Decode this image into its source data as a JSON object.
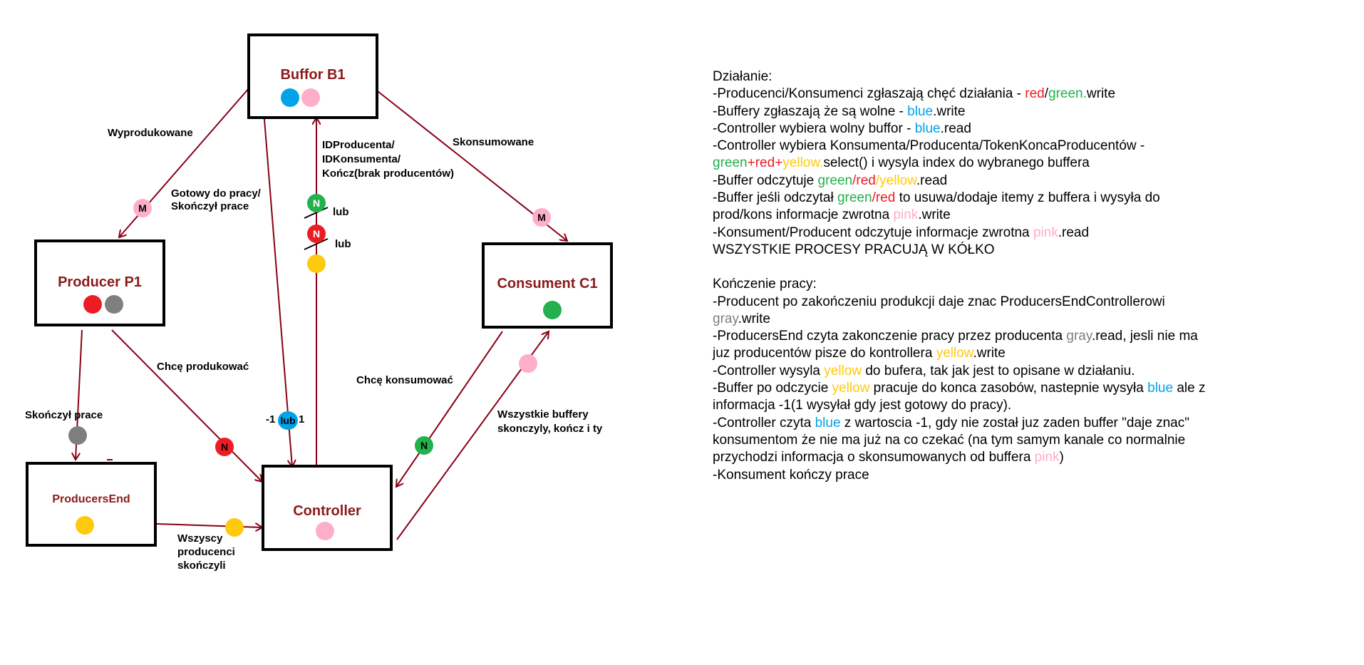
{
  "colors": {
    "edge": "#880015",
    "title": "#8b1a1a",
    "red": "#ed1c24",
    "green": "#22b14c",
    "blue": "#00a2e8",
    "gray": "#7f7f7f",
    "yellow": "#ffc90e",
    "pink": "#ffaec9"
  },
  "nodes": {
    "buffer": {
      "title": "Buffor B1"
    },
    "producer": {
      "title": "Producer P1"
    },
    "consumer": {
      "title": "Consument C1"
    },
    "producers_end": {
      "title": "ProducersEnd"
    },
    "controller": {
      "title": "Controller"
    }
  },
  "edge_labels": {
    "wyprodukowane": "Wyprodukowane",
    "gotowy1": "Gotowy do pracy/",
    "gotowy2": "Skończył prace",
    "id1": "IDProducenta/",
    "id2": "IDKonsumenta/",
    "id3": "Kończ(brak producentów)",
    "skonsumowane": "Skonsumowane",
    "lub": "lub",
    "chce_produkowac": "Chcę produkować",
    "chce_konsumowac": "Chcę konsumować",
    "skonczyl_prace": "Skończył prace",
    "minus_one": "-1",
    "one": "1",
    "wszystkie1": "Wszystkie buffery",
    "wszystkie2": "skonczyly, kończ i ty",
    "wszyscy1": "Wszyscy",
    "wszyscy2": "producenci",
    "wszyscy3": "skończyli",
    "token_m": "M",
    "token_n": "N"
  },
  "notes": {
    "dzialanie_title": "Działanie:",
    "d1": {
      "a": "-Producenci/Konsumenci zgłaszają chęć działania - ",
      "red": "red",
      "slash": "/",
      "green": "green.",
      "b": "write"
    },
    "d2": {
      "a": "-Buffery zgłaszają że są wolne - ",
      "blue": "blue",
      "b": ".write"
    },
    "d3": {
      "a": "-Controller wybiera wolny buffor - ",
      "blue": "blue",
      "b": ".read"
    },
    "d4": "-Controller wybiera Konsumenta/Producenta/TokenKoncaProducentów -",
    "d5": {
      "green": "green",
      "p1": "+",
      "red": "red",
      "p2": "+",
      "yellow": "yellow.",
      "b": "select() i wysyla index do wybranego buffera"
    },
    "d6": {
      "a": "-Buffer odczytuje ",
      "green": "green",
      "s1": "/",
      "red": "red",
      "s2": "/",
      "yellow": "yellow",
      "b": ".read"
    },
    "d7": {
      "a": "-Buffer jeśli odczytał ",
      "green": "green",
      "s1": "/",
      "red": "red",
      "b": " to usuwa/dodaje itemy z buffera i wysyła do"
    },
    "d8": {
      "a": "prod/kons informacje zwrotna ",
      "pink": "pink",
      "b": ".write"
    },
    "d9": {
      "a": "-Konsument/Producent odczytuje informacje zwrotna ",
      "pink": "pink",
      "b": ".read"
    },
    "d10": "WSZYSTKIE PROCESY PRACUJĄ W KÓŁKO",
    "konczenie_title": "Kończenie pracy:",
    "k1": "-Producent po zakończeniu produkcji daje znac ProducersEndControllerowi",
    "k2": {
      "gray": "gray",
      "b": ".write"
    },
    "k3": {
      "a": "-ProducersEnd czyta zakonczenie pracy przez producenta ",
      "gray": "gray",
      "b": ".read, jesli nie ma"
    },
    "k4": {
      "a": "juz producentów pisze do kontrollera ",
      "yellow": "yellow",
      "b": ".write"
    },
    "k5": {
      "a": "-Controller wysyla ",
      "yellow": "yellow",
      "b": " do bufera, tak jak jest to opisane w działaniu."
    },
    "k6": {
      "a": "-Buffer po odczycie ",
      "yellow": "yellow",
      "b": " pracuje do konca zasobów, nastepnie wysyła ",
      "blue": "blue",
      "c": " ale z"
    },
    "k7": "informacja -1(1 wysyłał gdy jest gotowy do pracy).",
    "k8": {
      "a": "-Controller czyta ",
      "blue": "blue",
      "b": " z wartoscia -1, gdy nie został juz zaden buffer \"daje znac\""
    },
    "k9": "konsumentom że nie ma już na co czekać (na tym samym kanale co normalnie",
    "k10": {
      "a": "przychodzi informacja o skonsumowanych od buffera ",
      "pink": "pink",
      "b": ")"
    },
    "k11": "-Konsument kończy prace"
  }
}
